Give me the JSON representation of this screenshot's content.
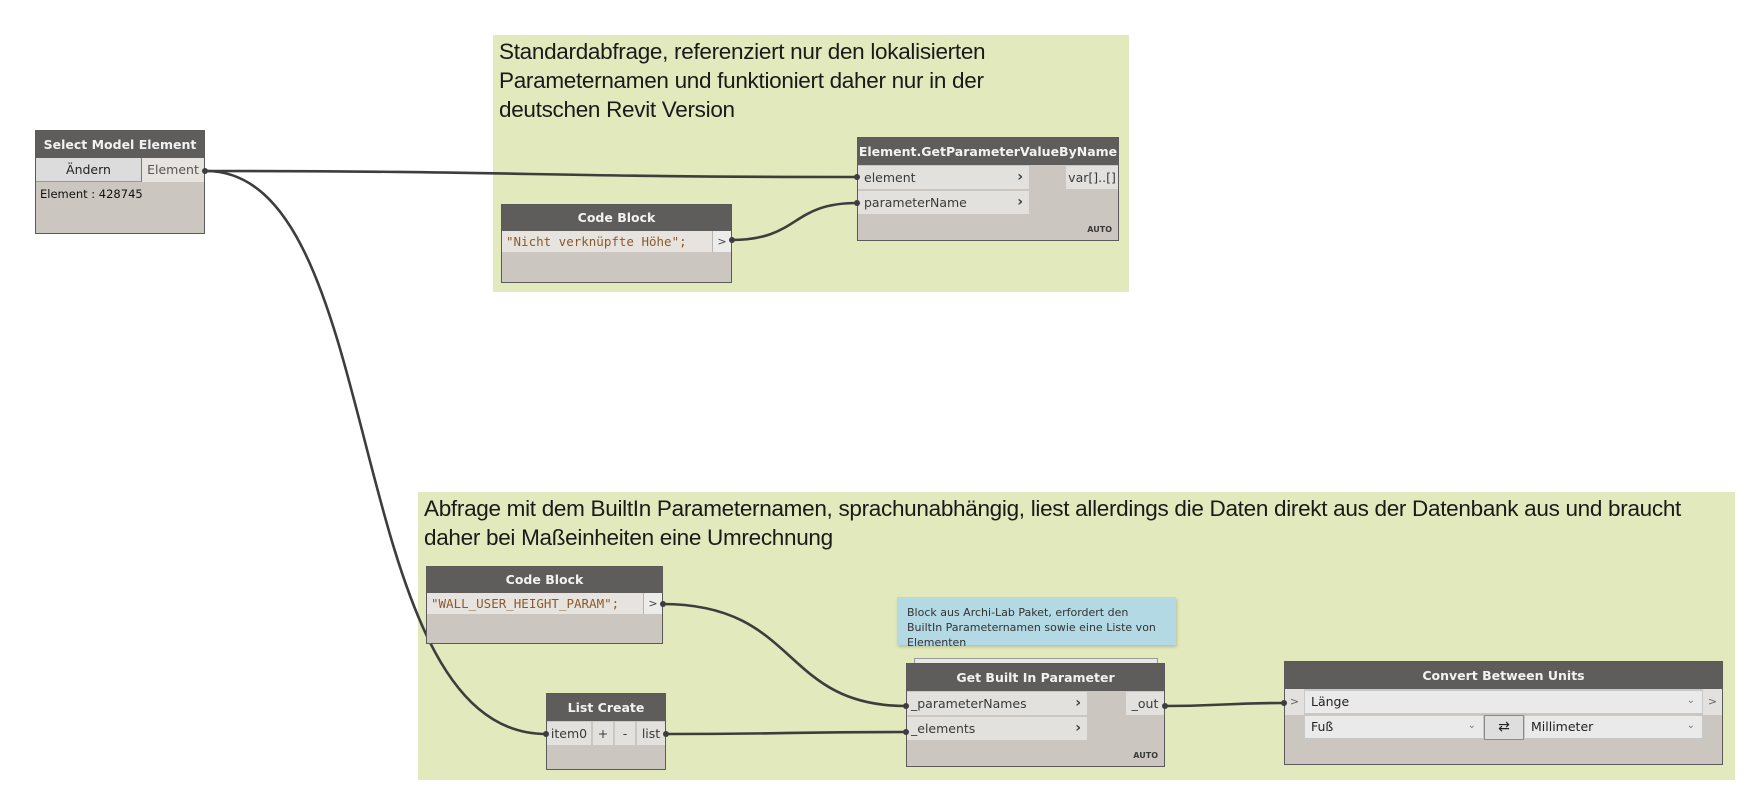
{
  "groups": [
    {
      "title": "Standardabfrage, referenziert nur den lokalisierten Parameternamen und funktioniert daher nur in der deutschen Revit Version"
    },
    {
      "title": "Abfrage mit dem BuiltIn Parameternamen, sprachunabhängig, liest allerdings die Daten direkt aus der Datenbank aus und braucht daher bei Maßeinheiten eine Umrechnung"
    }
  ],
  "select_model_element": {
    "title": "Select Model Element",
    "change_button": "Ändern",
    "output_port": "Element",
    "value": "Element : 428745"
  },
  "get_parameter_value": {
    "title": "Element.GetParameterValueByName",
    "inputs": [
      "element",
      "parameterName"
    ],
    "output": "var[]..[]",
    "lacing": "AUTO"
  },
  "code_block_1": {
    "title": "Code Block",
    "code": "\"Nicht verknüpfte Höhe\";",
    "output": ">"
  },
  "code_block_2": {
    "title": "Code Block",
    "code": "\"WALL_USER_HEIGHT_PARAM\";",
    "output": ">"
  },
  "note": {
    "text": "Block aus Archi-Lab Paket, erfordert den BuiltIn Parameternamen sowie eine Liste von Elementen"
  },
  "list_create": {
    "title": "List Create",
    "input": "item0",
    "add": "+",
    "remove": "-",
    "output": "list"
  },
  "get_built_in_parameter": {
    "title": "Get Built In Parameter",
    "inputs": [
      "_parameterNames",
      "_elements"
    ],
    "output": "_out",
    "lacing": "AUTO"
  },
  "convert_between_units": {
    "title": "Convert Between Units",
    "input_port": ">",
    "output_port": ">",
    "unit_type": "Länge",
    "from_unit": "Fuß",
    "swap_icon": "swap-arrows-icon",
    "to_unit": "Millimeter"
  },
  "colors": {
    "group_bg": "#e1e9bd",
    "node_header": "#5e5d5b",
    "node_body": "#cbc6bf",
    "wire": "#3d3d3d",
    "note_bg": "#b2d9e4",
    "code_string": "#8b5a2b"
  }
}
